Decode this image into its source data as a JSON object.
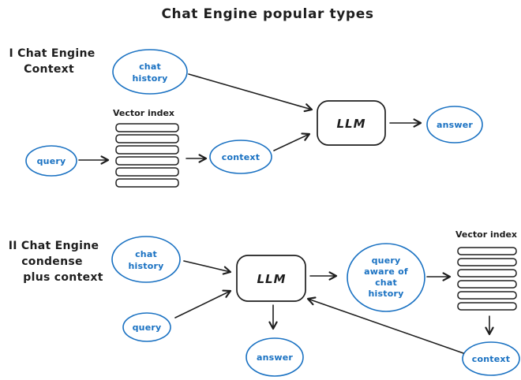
{
  "title": "Chat Engine popular types",
  "colors": {
    "ink": "#1e1e1e",
    "accent": "#1971c2",
    "background": "#ffffff"
  },
  "section1": {
    "heading": {
      "line1": "I Chat Engine",
      "line2": "Context"
    },
    "nodes": {
      "chat_history": {
        "line1": "chat",
        "line2": "history"
      },
      "query": {
        "label": "query"
      },
      "vector_index": {
        "label": "Vector index"
      },
      "context": {
        "label": "context"
      },
      "llm": {
        "label": "LLM"
      },
      "answer": {
        "label": "answer"
      }
    },
    "edges": [
      {
        "from": "query",
        "to": "vector-index"
      },
      {
        "from": "vector-index",
        "to": "context"
      },
      {
        "from": "context",
        "to": "llm"
      },
      {
        "from": "chat-history",
        "to": "llm"
      },
      {
        "from": "llm",
        "to": "answer"
      }
    ]
  },
  "section2": {
    "heading": {
      "line1": "II Chat Engine",
      "line2": "condense",
      "line3": "plus context"
    },
    "nodes": {
      "chat_history": {
        "line1": "chat",
        "line2": "history"
      },
      "query": {
        "label": "query"
      },
      "llm": {
        "label": "LLM"
      },
      "query_aware": {
        "line1": "query",
        "line2": "aware of",
        "line3": "chat",
        "line4": "history"
      },
      "vector_index": {
        "label": "Vector index"
      },
      "context": {
        "label": "context"
      },
      "answer": {
        "label": "answer"
      }
    },
    "edges": [
      {
        "from": "chat-history",
        "to": "llm"
      },
      {
        "from": "query",
        "to": "llm"
      },
      {
        "from": "llm",
        "to": "query-aware-of-chat-history"
      },
      {
        "from": "query-aware-of-chat-history",
        "to": "vector-index"
      },
      {
        "from": "vector-index",
        "to": "context"
      },
      {
        "from": "context",
        "to": "llm"
      },
      {
        "from": "llm",
        "to": "answer"
      }
    ]
  }
}
